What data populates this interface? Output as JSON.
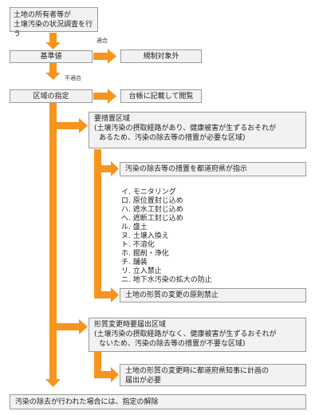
{
  "flow": {
    "start": {
      "line1": "土地の所有者等が",
      "line2": "土壌汚染の状況調査を行う"
    },
    "label_conform": "適合",
    "standard": "基準値",
    "not_regulated": "規制対象外",
    "label_nonconform": "不適合",
    "zone_designation": "区域の指定",
    "ledger": "台帳に記載して閲覧",
    "action_zone": {
      "title": "要措置区域",
      "desc_line1": "(土壌汚染の摂取経路があり、健康被害が生ずるおそれが",
      "desc_line2": "あるため、汚染の除去等の措置が必要な区域)"
    },
    "prefecture_instruct": "汚染の除去等の措置を都道府県が指示",
    "measures": [
      "イ.  モニタリング",
      "ロ.  原位置封じ込め",
      "ハ.  遮水工封じ込め",
      "へ.  遮断工封じ込め",
      "ル.  盛土",
      "ヌ.  土壌入換え",
      "ト.  不溶化",
      "ホ.  掘削・浄化",
      "チ.  舗装",
      "リ.  立入禁止",
      "ニ.  地下水汚染の拡大の防止"
    ],
    "change_prohibited": "土地の形質の変更の原則禁止",
    "notify_zone": {
      "title": "形質変更時要届出区域",
      "desc_line1": "(土壌汚染の摂取経路がなく、健康被害が生ずるおそれが",
      "desc_line2": "ないため、汚染の除去等の措置が不要な区域)"
    },
    "notify_required": {
      "line1": "土地の形質の変更時に都道府県知事に計画の",
      "line2": "届出が必要"
    },
    "release": "汚染の除去が行われた場合には、指定の解除"
  },
  "colors": {
    "arrow": "#f7941d",
    "box_fill": "#f2f2f2",
    "box_border": "#9a9a9a"
  }
}
